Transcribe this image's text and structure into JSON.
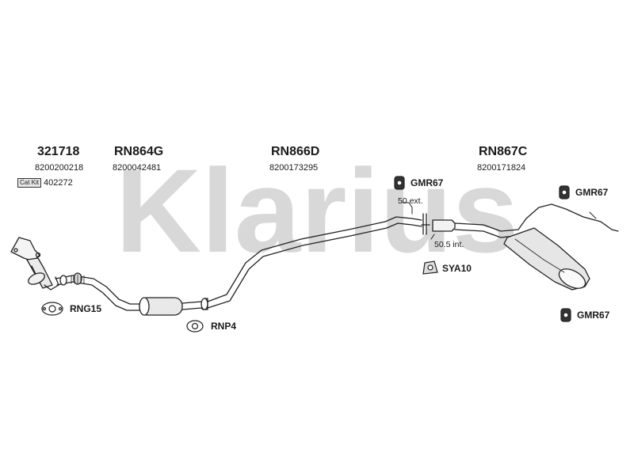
{
  "watermark": {
    "text": "Klarius",
    "color": "#d8d8d8"
  },
  "sections": [
    {
      "code": "321718",
      "oem": "8200200218",
      "catkit_label": "Cat Kit",
      "catkit_value": "402272"
    },
    {
      "code": "RN864G",
      "oem": "8200042481"
    },
    {
      "code": "RN866D",
      "oem": "8200173295"
    },
    {
      "code": "RN867C",
      "oem": "8200171824"
    }
  ],
  "fittings": {
    "gmr67_a": "GMR67",
    "gmr67_b": "GMR67",
    "gmr67_c": "GMR67",
    "sya10": "SYA10",
    "rng15": "RNG15",
    "rnp4": "RNP4"
  },
  "notes": {
    "ext": "50 ext.",
    "int": "50.5 int."
  }
}
